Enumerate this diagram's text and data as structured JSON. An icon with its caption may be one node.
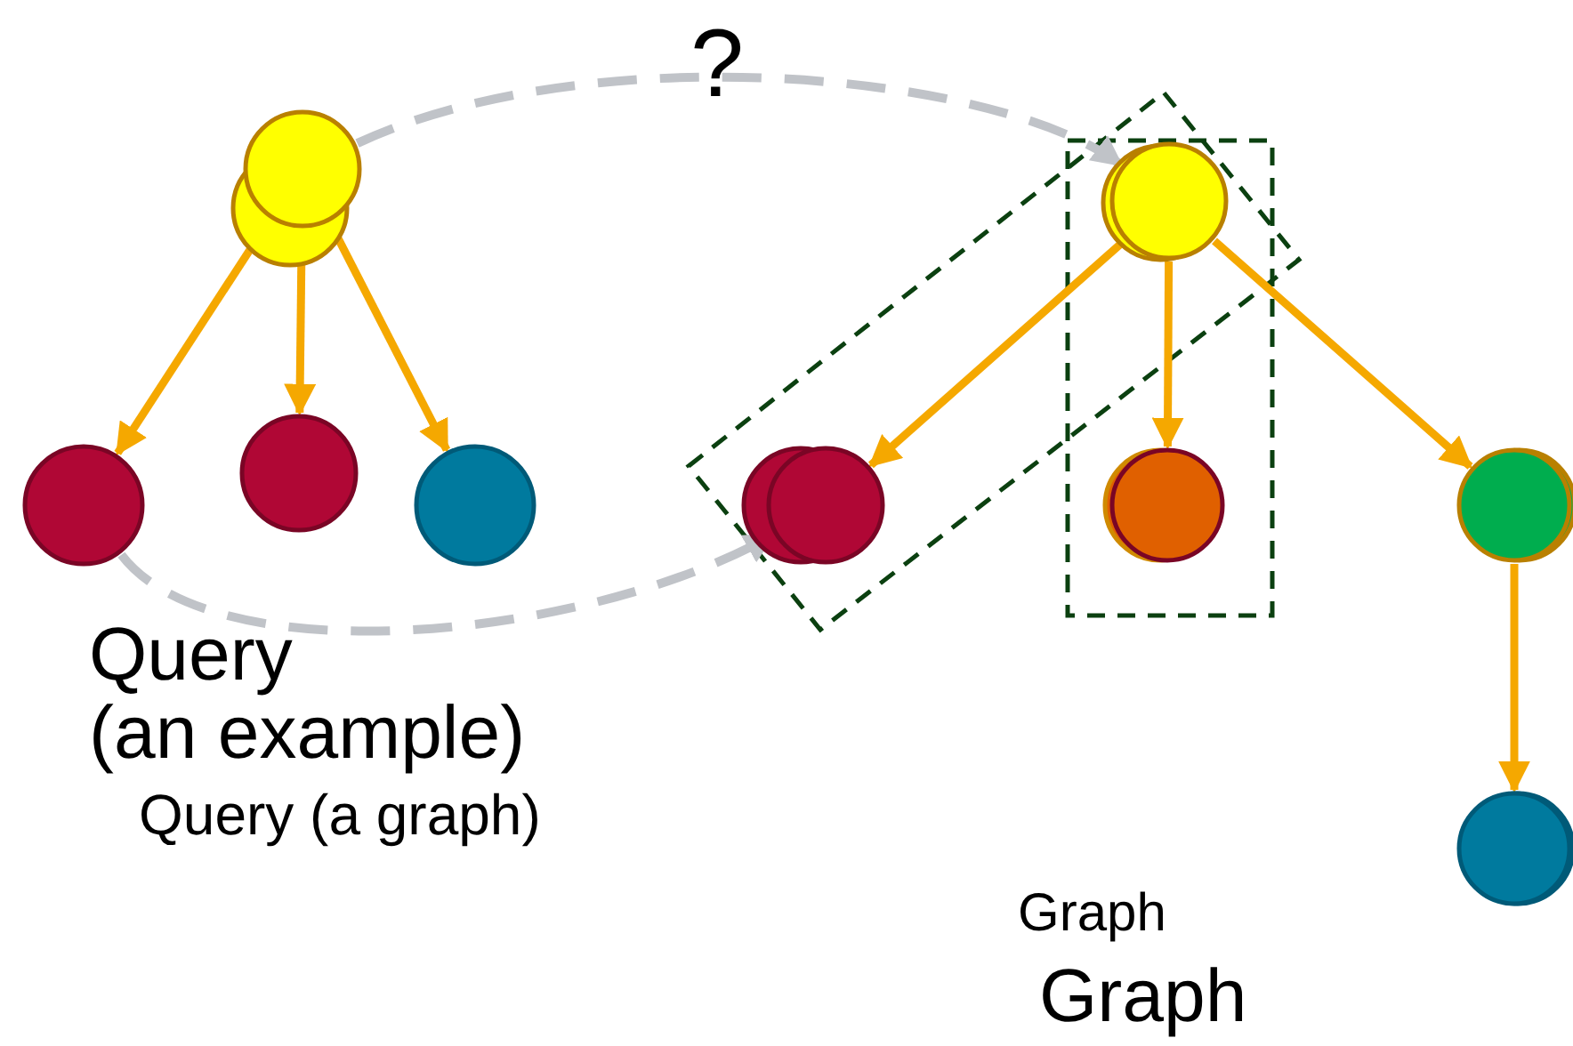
{
  "diagram": {
    "nodes": [
      {
        "text": [],
        "shape": "circle"
      },
      {
        "text": [],
        "shape": "circle"
      },
      {
        "text": [],
        "shape": "circle"
      },
      {
        "text": [],
        "shape": "circle"
      },
      {
        "text": [],
        "shape": "circle"
      },
      {
        "text": [],
        "shape": "circle"
      },
      {
        "text": [],
        "shape": "circle"
      },
      {
        "text": [],
        "shape": "circle"
      },
      {
        "text": [],
        "shape": "circle"
      }
    ],
    "edges": [
      {
        "from": 0,
        "to": 1,
        "arrow": "to"
      },
      {
        "from": 0,
        "to": 2,
        "arrow": "to"
      },
      {
        "from": 0,
        "to": 3,
        "arrow": "to"
      },
      {
        "from": 4,
        "to": 5,
        "arrow": "to"
      },
      {
        "from": 4,
        "to": 6,
        "arrow": "to"
      },
      {
        "from": 4,
        "to": 7,
        "arrow": "to"
      },
      {
        "from": 7,
        "to": 8,
        "arrow": "to"
      },
      {
        "from": 0,
        "to": 4,
        "arrow": "to",
        "style": "dashed",
        "color": "#c0c3c8"
      },
      {
        "from": 1,
        "to": 5,
        "arrow": "to",
        "style": "dashed",
        "color": "#c0c3c8"
      }
    ],
    "labels": [
      "?",
      "Query (an example)",
      "Query (a graph)",
      "Graph",
      "Graph"
    ]
  }
}
